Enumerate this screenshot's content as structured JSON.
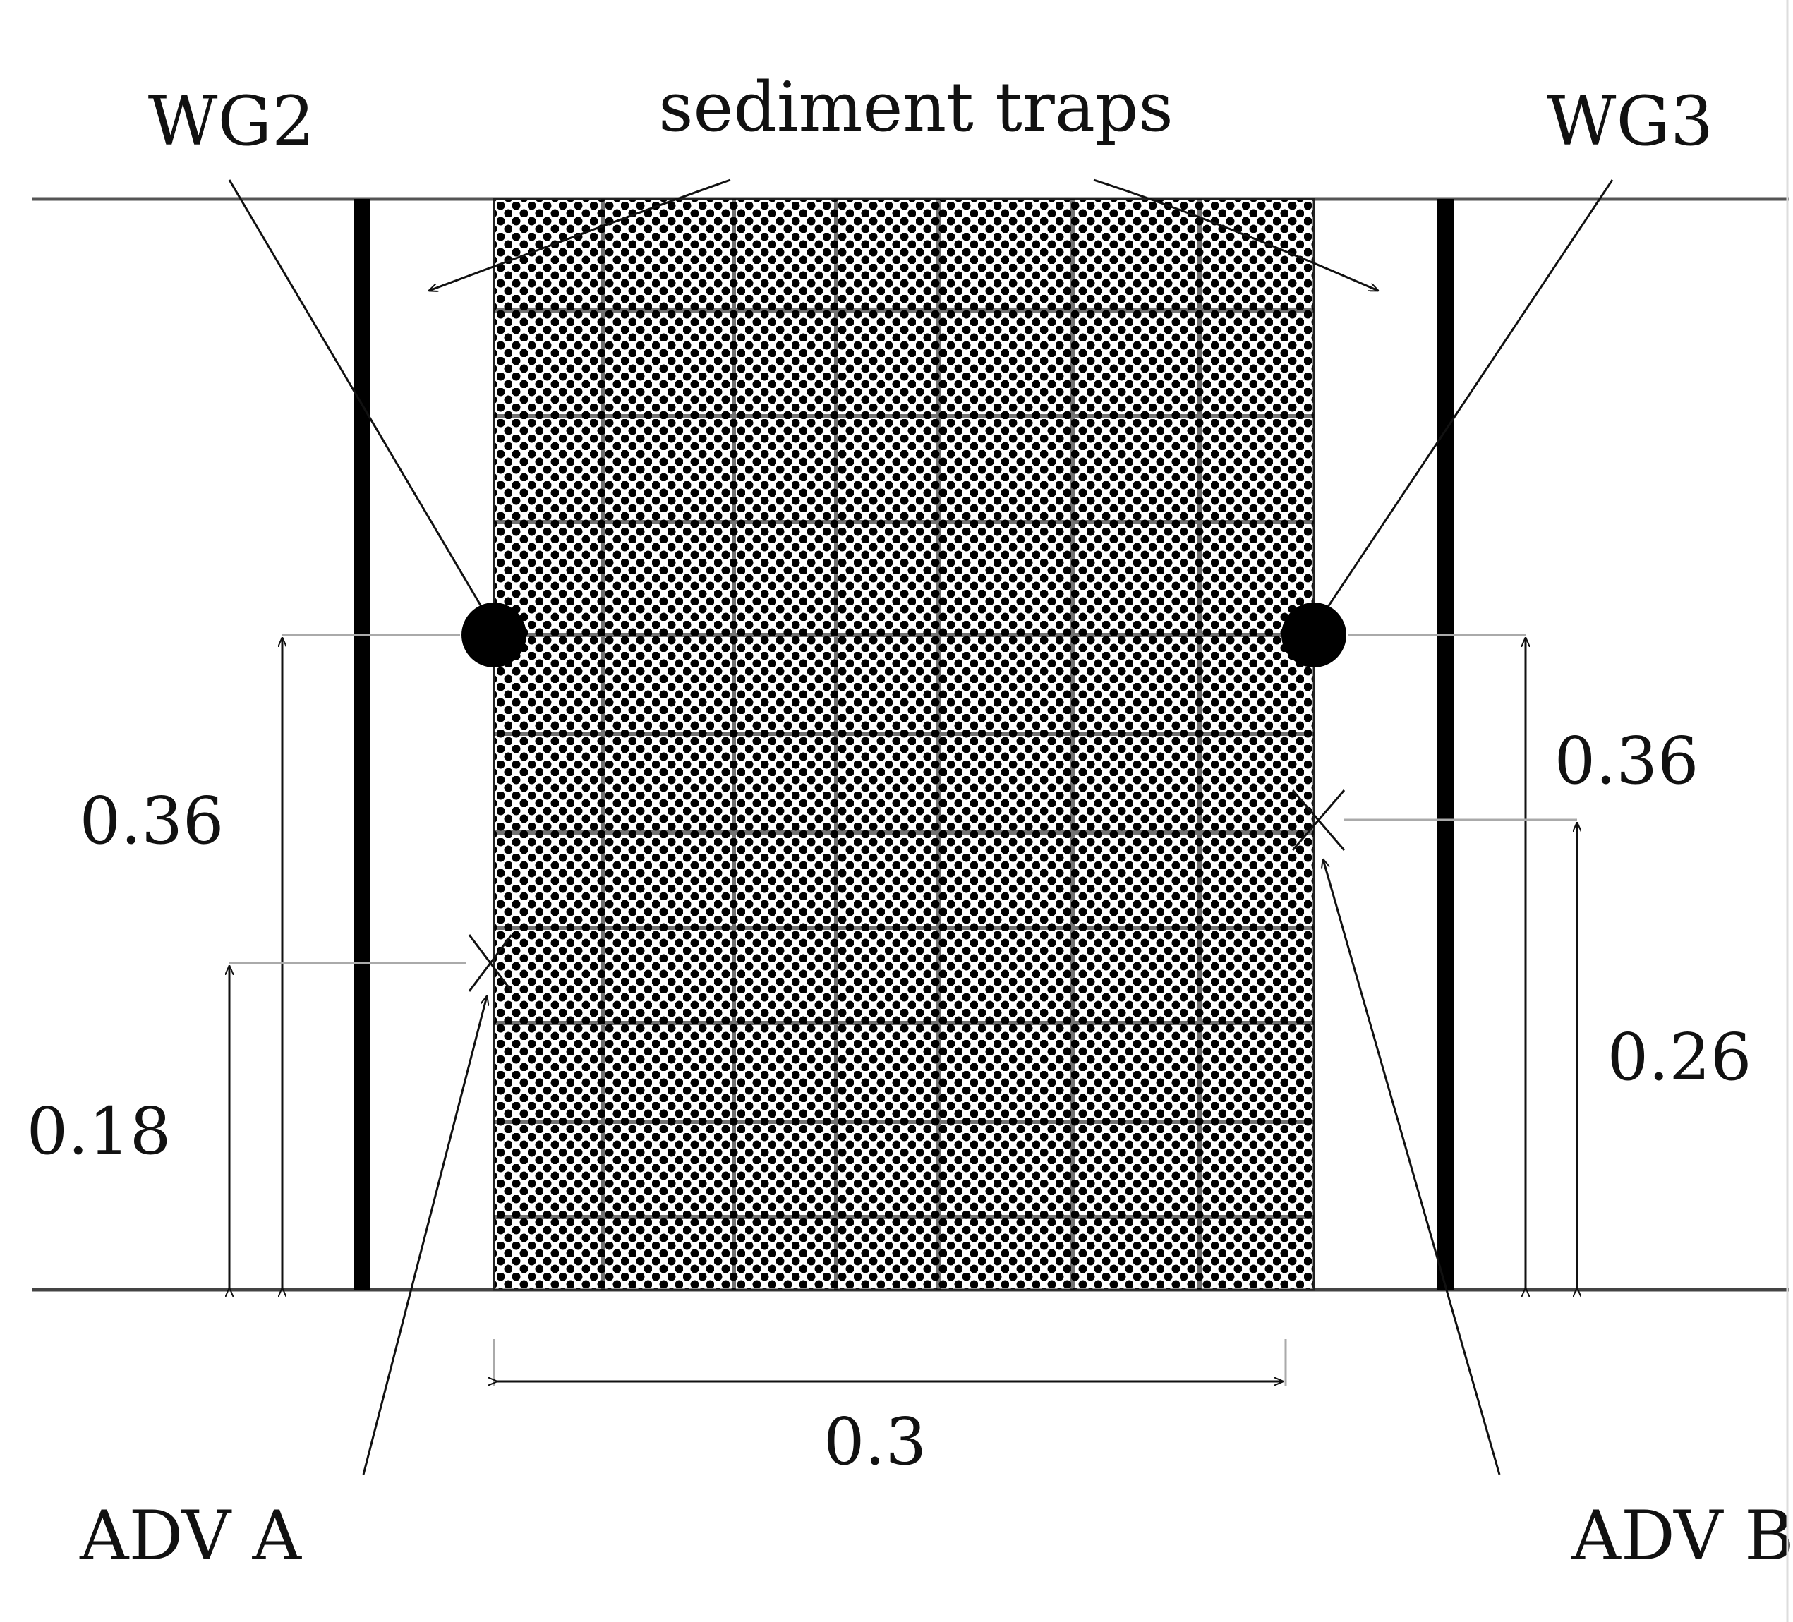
{
  "labels": {
    "wg2": "WG2",
    "wg3": "WG3",
    "sediment_traps": "sediment traps",
    "adv_a": "ADV A",
    "adv_b": "ADV B"
  },
  "dimensions": {
    "wg2_height": "0.36",
    "wg3_height": "0.36",
    "adv_a_height": "0.18",
    "adv_b_height": "0.26",
    "trap_width": "0.3"
  },
  "colors": {
    "ink": "#111111",
    "guide": "#aaaaaa",
    "background": "#ffffff"
  }
}
